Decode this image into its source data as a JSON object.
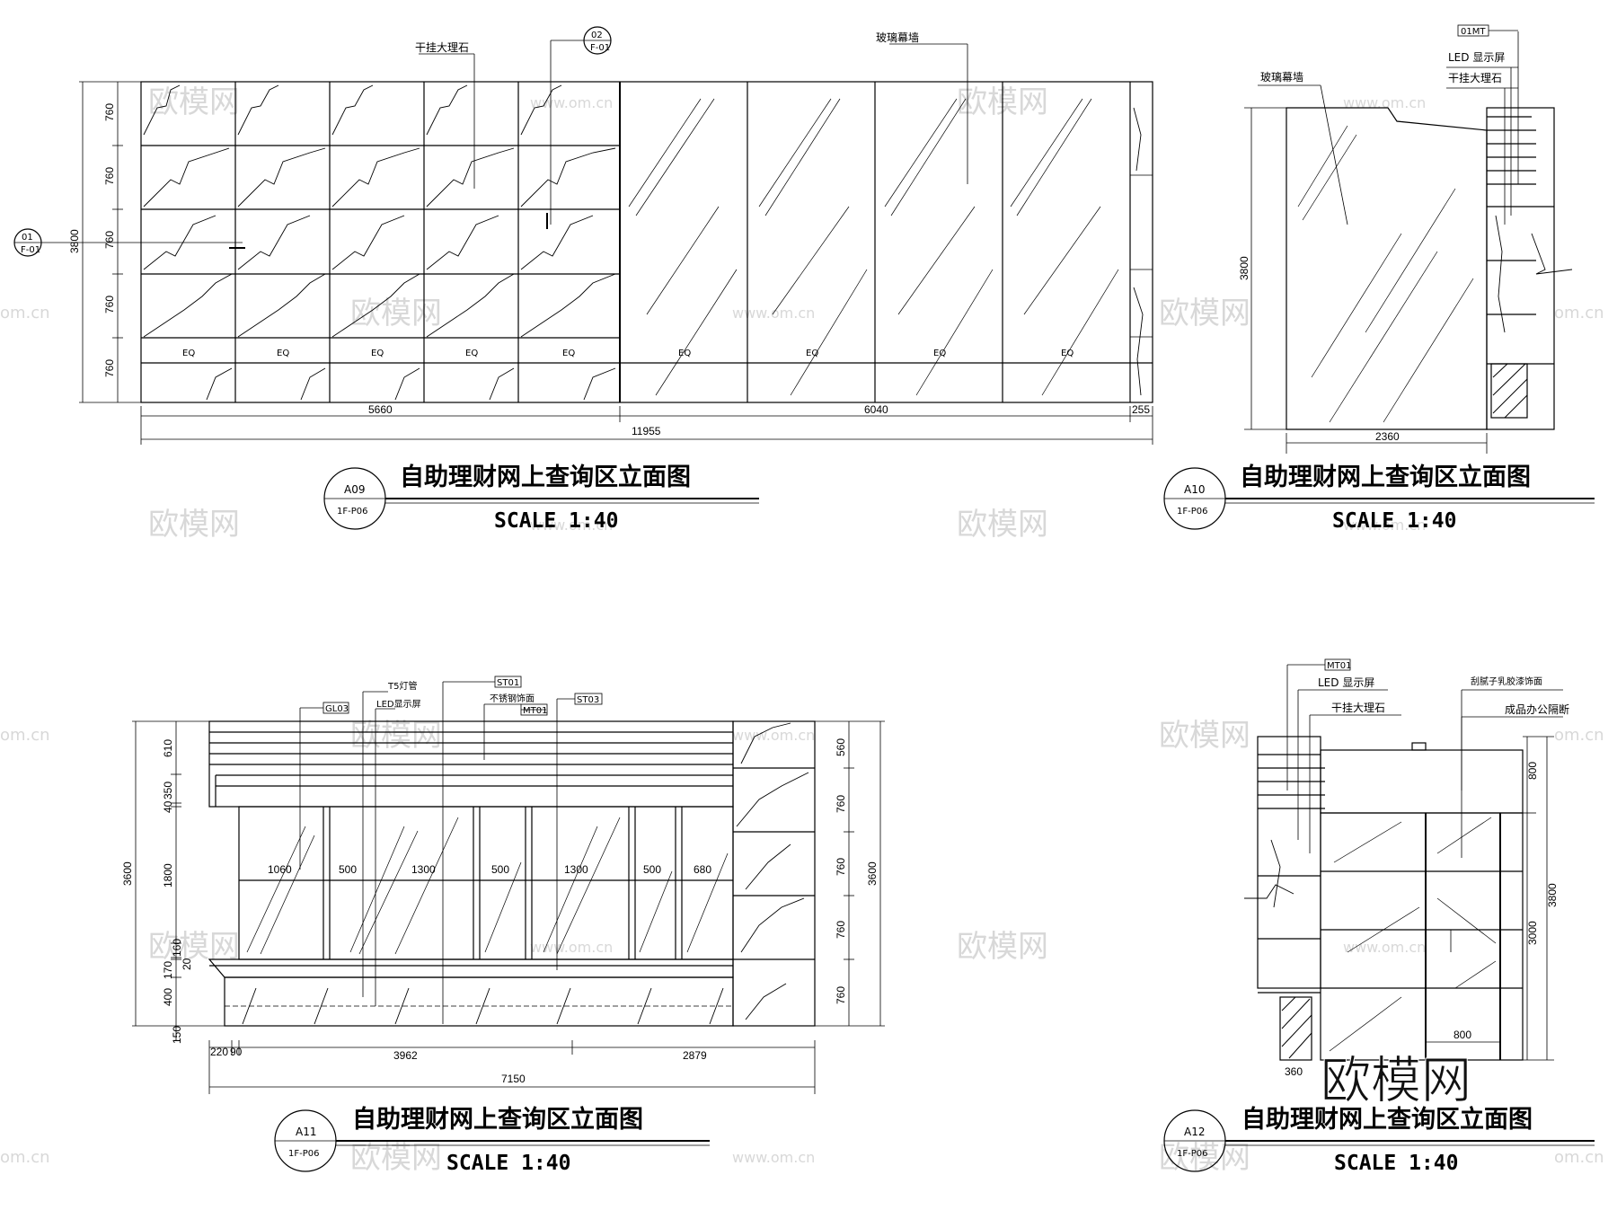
{
  "watermark": {
    "text": "欧模网",
    "url_text": "www.om.cn",
    "edge_text": "om.cn"
  },
  "title_text": "自助理财网上查询区立面图",
  "scale_text": "SCALE    1:40",
  "drawings": [
    {
      "id": "A09",
      "code": "A09",
      "sheet": "1F-P06",
      "labels": {
        "marble": "干挂大理石",
        "glass": "玻璃幕墙"
      },
      "section_tags": [
        {
          "num": "01",
          "sheet": "F-01"
        },
        {
          "num": "02",
          "sheet": "F-01"
        }
      ],
      "row_dims": [
        "760",
        "760",
        "760",
        "760",
        "760"
      ],
      "total_height": "3800",
      "eq": "EQ",
      "bottom_dims": [
        "5660",
        "6040",
        "255"
      ],
      "overall": "11955"
    },
    {
      "id": "A10",
      "code": "A10",
      "sheet": "1F-P06",
      "labels": {
        "glass": "玻璃幕墙",
        "led": "LED 显示屏",
        "marble": "干挂大理石",
        "tag": "01MT"
      },
      "height": "3800",
      "width": "2360"
    },
    {
      "id": "A11",
      "code": "A11",
      "sheet": "1F-P06",
      "labels": {
        "gl": "GL03",
        "tube": "T5灯管",
        "led": "LED显示屏",
        "st01": "ST01",
        "steel": "不锈钢饰面",
        "mt01": "MT01",
        "st03": "ST03"
      },
      "left_dims": [
        "610",
        "350",
        "40",
        "1800",
        "160",
        "20",
        "170",
        "400",
        "150"
      ],
      "left_total": "3600",
      "right_dims": [
        "560",
        "760",
        "760",
        "760",
        "760"
      ],
      "right_total": "3600",
      "mid_dims": [
        "1060",
        "500",
        "1300",
        "500",
        "1300",
        "500",
        "680"
      ],
      "bottom_dims": [
        "220",
        "90",
        "3962",
        "2879"
      ],
      "overall": "7150"
    },
    {
      "id": "A12",
      "code": "A12",
      "sheet": "1F-P06",
      "labels": {
        "mt": "MT01",
        "led": "LED 显示屏",
        "marble": "干挂大理石",
        "putty": "刮腻子乳胶漆饰面",
        "partition": "成品办公隔断"
      },
      "right_dims": [
        "800",
        "3000"
      ],
      "total": "3800",
      "door_width": "800",
      "base_width": "360"
    }
  ]
}
